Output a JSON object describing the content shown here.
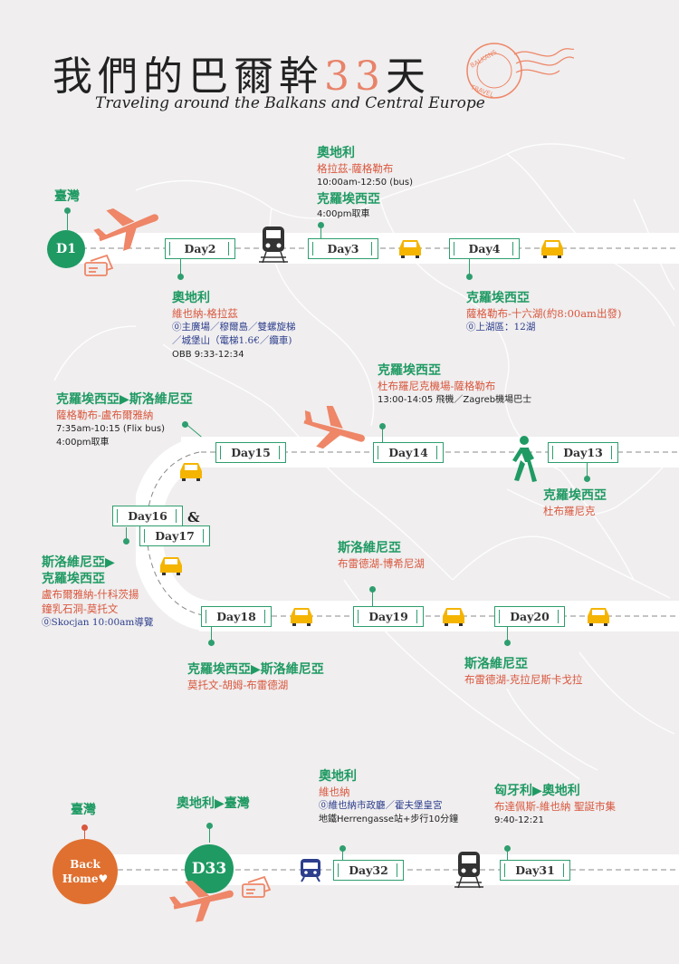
{
  "header": {
    "title_main": "我們的巴爾幹",
    "title_num": "33",
    "title_end": "天",
    "subtitle": "Traveling around the Balkans and Central Europe"
  },
  "stamp": {
    "text_top": "BALKANS",
    "text_bottom": "TRAVEL"
  },
  "colors": {
    "green": "#2e9e6e",
    "red": "#d9573d",
    "blue": "#2c3e8c",
    "orange": "#e07030",
    "yellow": "#f4b400",
    "salmon": "#ee8667"
  },
  "start": {
    "label": "臺灣",
    "circle": "D1"
  },
  "end": {
    "label": "臺灣",
    "circle_line1": "Back",
    "circle_line2": "Home♥",
    "d33": "D33",
    "d33_label": "奧地利▶臺灣"
  },
  "days": {
    "day2": "Day2",
    "day3": "Day3",
    "day4": "Day4",
    "day13": "Day13",
    "day14": "Day14",
    "day15": "Day15",
    "day16": "Day16",
    "amp": "&",
    "day17": "Day17",
    "day18": "Day18",
    "day19": "Day19",
    "day20": "Day20",
    "day31": "Day31",
    "day32": "Day32"
  },
  "info": {
    "d3_country": "奧地利",
    "d3_route": "格拉茲-薩格勒布",
    "d3_time": "10:00am-12:50 (bus)",
    "d3_country2": "克羅埃西亞",
    "d3_note": "4:00pm取車",
    "d2_country": "奧地利",
    "d2_route": "維也納-格拉茲",
    "d2_sights1": "⓪主廣場／穆爾島／雙螺旋梯",
    "d2_sights2": "／城堡山（電梯1.6€／纜車)",
    "d2_time": "OBB 9:33-12:34",
    "d4_country": "克羅埃西亞",
    "d4_route": "薩格勒布-十六湖(約8:00am出發)",
    "d4_sights": "⓪上湖區：12湖",
    "d14_country": "克羅埃西亞",
    "d14_route": "杜布羅尼克機場-薩格勒布",
    "d14_time": "13:00-14:05 飛機／Zagreb機場巴士",
    "d15_country": "克羅埃西亞▶斯洛維尼亞",
    "d15_route": "薩格勒布-盧布爾雅納",
    "d15_time": "7:35am-10:15 (Flix bus)",
    "d15_note": "4:00pm取車",
    "d13_country": "克羅埃西亞",
    "d13_route": "杜布羅尼克",
    "d17_country1": "斯洛維尼亞▶",
    "d17_country2": "克羅埃西亞",
    "d17_route1": "盧布爾雅納-什科茨揚",
    "d17_route2": "鐘乳石洞-莫托文",
    "d17_sights": "⓪Skocjan 10:00am導覽",
    "d19_country": "斯洛維尼亞",
    "d19_route": "布雷德湖-博希尼湖",
    "d18_country": "克羅埃西亞▶斯洛維尼亞",
    "d18_route": "莫托文-胡姆-布雷德湖",
    "d20_country": "斯洛維尼亞",
    "d20_route": "布雷德湖-克拉尼斯卡戈拉",
    "d32_country": "奧地利",
    "d32_route": "維也納",
    "d32_sights": "⓪維也納市政廳／霍夫堡皇宮",
    "d32_note": "地鐵Herrengasse站+步行10分鐘",
    "d31_country": "匈牙利▶奧地利",
    "d31_route": "布達佩斯-維也納 聖誕市集",
    "d31_time": "9:40-12:21"
  }
}
